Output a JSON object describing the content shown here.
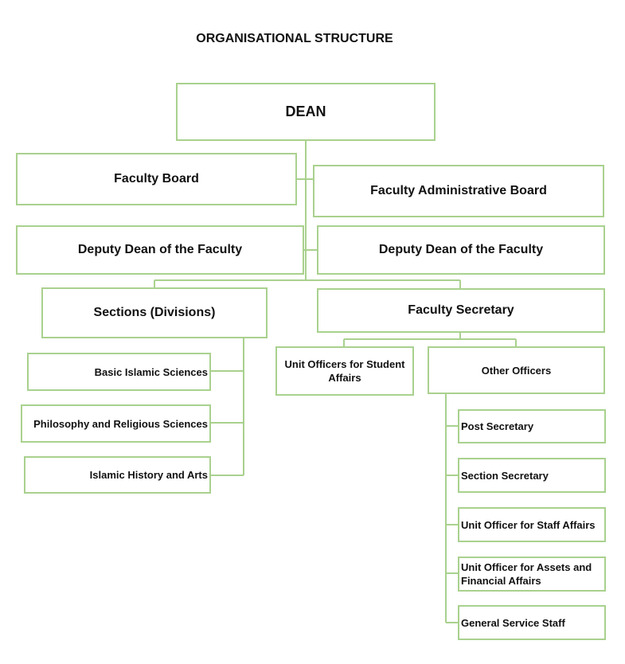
{
  "title": "ORGANISATIONAL STRUCTURE",
  "line_color": "#a9d18e",
  "nodes": {
    "dean": "DEAN",
    "faculty_board": "Faculty Board",
    "faculty_admin_board": "Faculty Administrative Board",
    "deputy_dean_left": "Deputy Dean of the Faculty",
    "deputy_dean_right": "Deputy Dean of the Faculty",
    "sections": "Sections (Divisions)",
    "faculty_secretary": "Faculty Secretary",
    "basic_islamic_sciences": "Basic Islamic Sciences",
    "philosophy_religious_sciences": "Philosophy and Religious Sciences",
    "islamic_history_arts": "Islamic History and Arts",
    "unit_officers_student_affairs": "Unit Officers for Student Affairs",
    "other_officers": "Other Officers",
    "post_secretary": "Post Secretary",
    "section_secretary": "Section Secretary",
    "unit_officer_staff_affairs": "Unit Officer for Staff Affairs",
    "unit_officer_assets_financial": "Unit Officer for Assets and Financial Affairs",
    "general_service_staff": "General Service Staff"
  }
}
